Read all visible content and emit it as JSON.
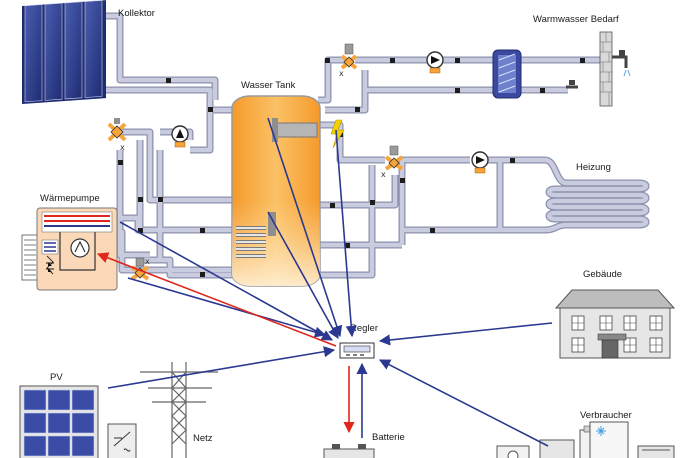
{
  "labels": {
    "kollektor": "Kollektor",
    "wasser_tank": "Wasser Tank",
    "warmwasser_bedarf": "Warmwasser Bedarf",
    "heizung": "Heizung",
    "waermepumpe": "Wärmepumpe",
    "gebaeude": "Gebäude",
    "regler": "Regler",
    "pv": "PV",
    "netz": "Netz",
    "batterie": "Batterie",
    "verbraucher": "Verbraucher"
  },
  "colors": {
    "pipe": "#c9ccdf",
    "pipe_outline": "#8c90ad",
    "signal_arrow": "#2b3990",
    "power_arrow": "#e0261d",
    "tank": "#f7a43a",
    "collector": "#2f3f8f",
    "heat_symbol": "#f5d000"
  },
  "icons": {
    "pump": "pump-icon",
    "valve": "three-way-valve-icon",
    "heat_exchanger": "heat-exchanger-icon",
    "tap": "water-tap-icon",
    "electric_heater": "lightning-icon"
  }
}
